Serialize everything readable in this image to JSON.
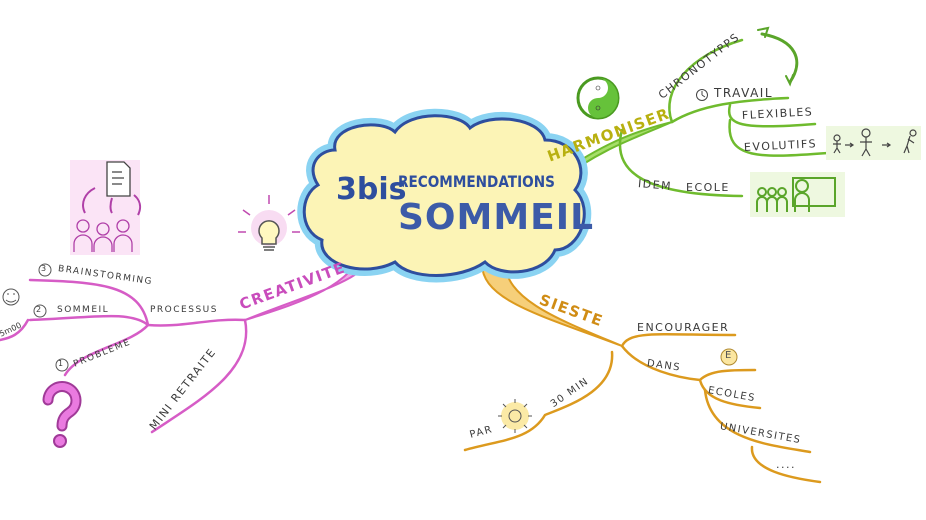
{
  "central": {
    "prefix": "3bis",
    "line1": "RECOMMENDATIONS",
    "line2": "SOMMEIL"
  },
  "branches": {
    "harmoniser": {
      "label": "HARMONISER",
      "color": "#7cc53a",
      "children": [
        "CHRONOTYPPS",
        "TRAVAIL",
        "FLEXIBLES",
        "EVOLUTIFS",
        "IDEM",
        "ECOLE"
      ]
    },
    "creativite": {
      "label": "CREATIVITE",
      "color": "#e070d0",
      "children": [
        "PROCESSUS",
        "MINI RETRAITE",
        "BRAINSTORMING",
        "SOMMEIL",
        "PROBLEME"
      ],
      "steps": [
        "3",
        "2",
        "1"
      ],
      "note": "5m00"
    },
    "sieste": {
      "label": "SIESTE",
      "color": "#e9a92a",
      "children": [
        "ENCOURAGER",
        "DANS",
        "ECOLES",
        "UNIVERSITES",
        "....",
        "30 MIN",
        "PAR"
      ],
      "coin": "E"
    }
  }
}
